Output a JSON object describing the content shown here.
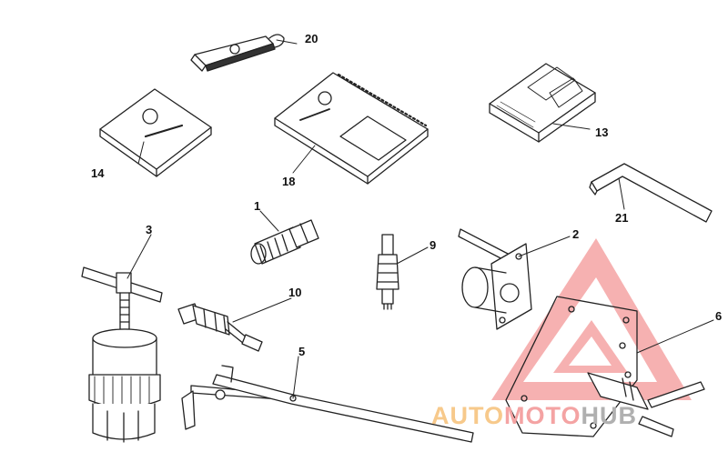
{
  "callouts": {
    "c1": "1",
    "c2": "2",
    "c3": "3",
    "c5": "5",
    "c6": "6",
    "c9": "9",
    "c10": "10",
    "c13": "13",
    "c14": "14",
    "c18": "18",
    "c20": "20",
    "c21": "21"
  },
  "watermark": {
    "part1": "AUTO",
    "part2": "MOTO",
    "part3": "HUB",
    "color_primary": "#f4a3a3",
    "color_secondary": "#f7c98b",
    "color_tertiary": "#b0b0b0"
  },
  "icons": {
    "tool_1": "adapter-fitting-icon",
    "tool_2": "flywheel-puller-plate-icon",
    "tool_3": "bearing-extractor-icon",
    "tool_5": "lever-wrench-icon",
    "tool_6": "holding-bracket-icon",
    "tool_9": "valve-tool-icon",
    "tool_10": "bleeder-screw-icon",
    "tool_21": "hex-key-icon",
    "book_13": "manual-book-icon",
    "book_14": "husqvarna-booklet-icon",
    "book_18": "spiral-notebook-icon",
    "pouch_20": "key-pouch-icon"
  }
}
